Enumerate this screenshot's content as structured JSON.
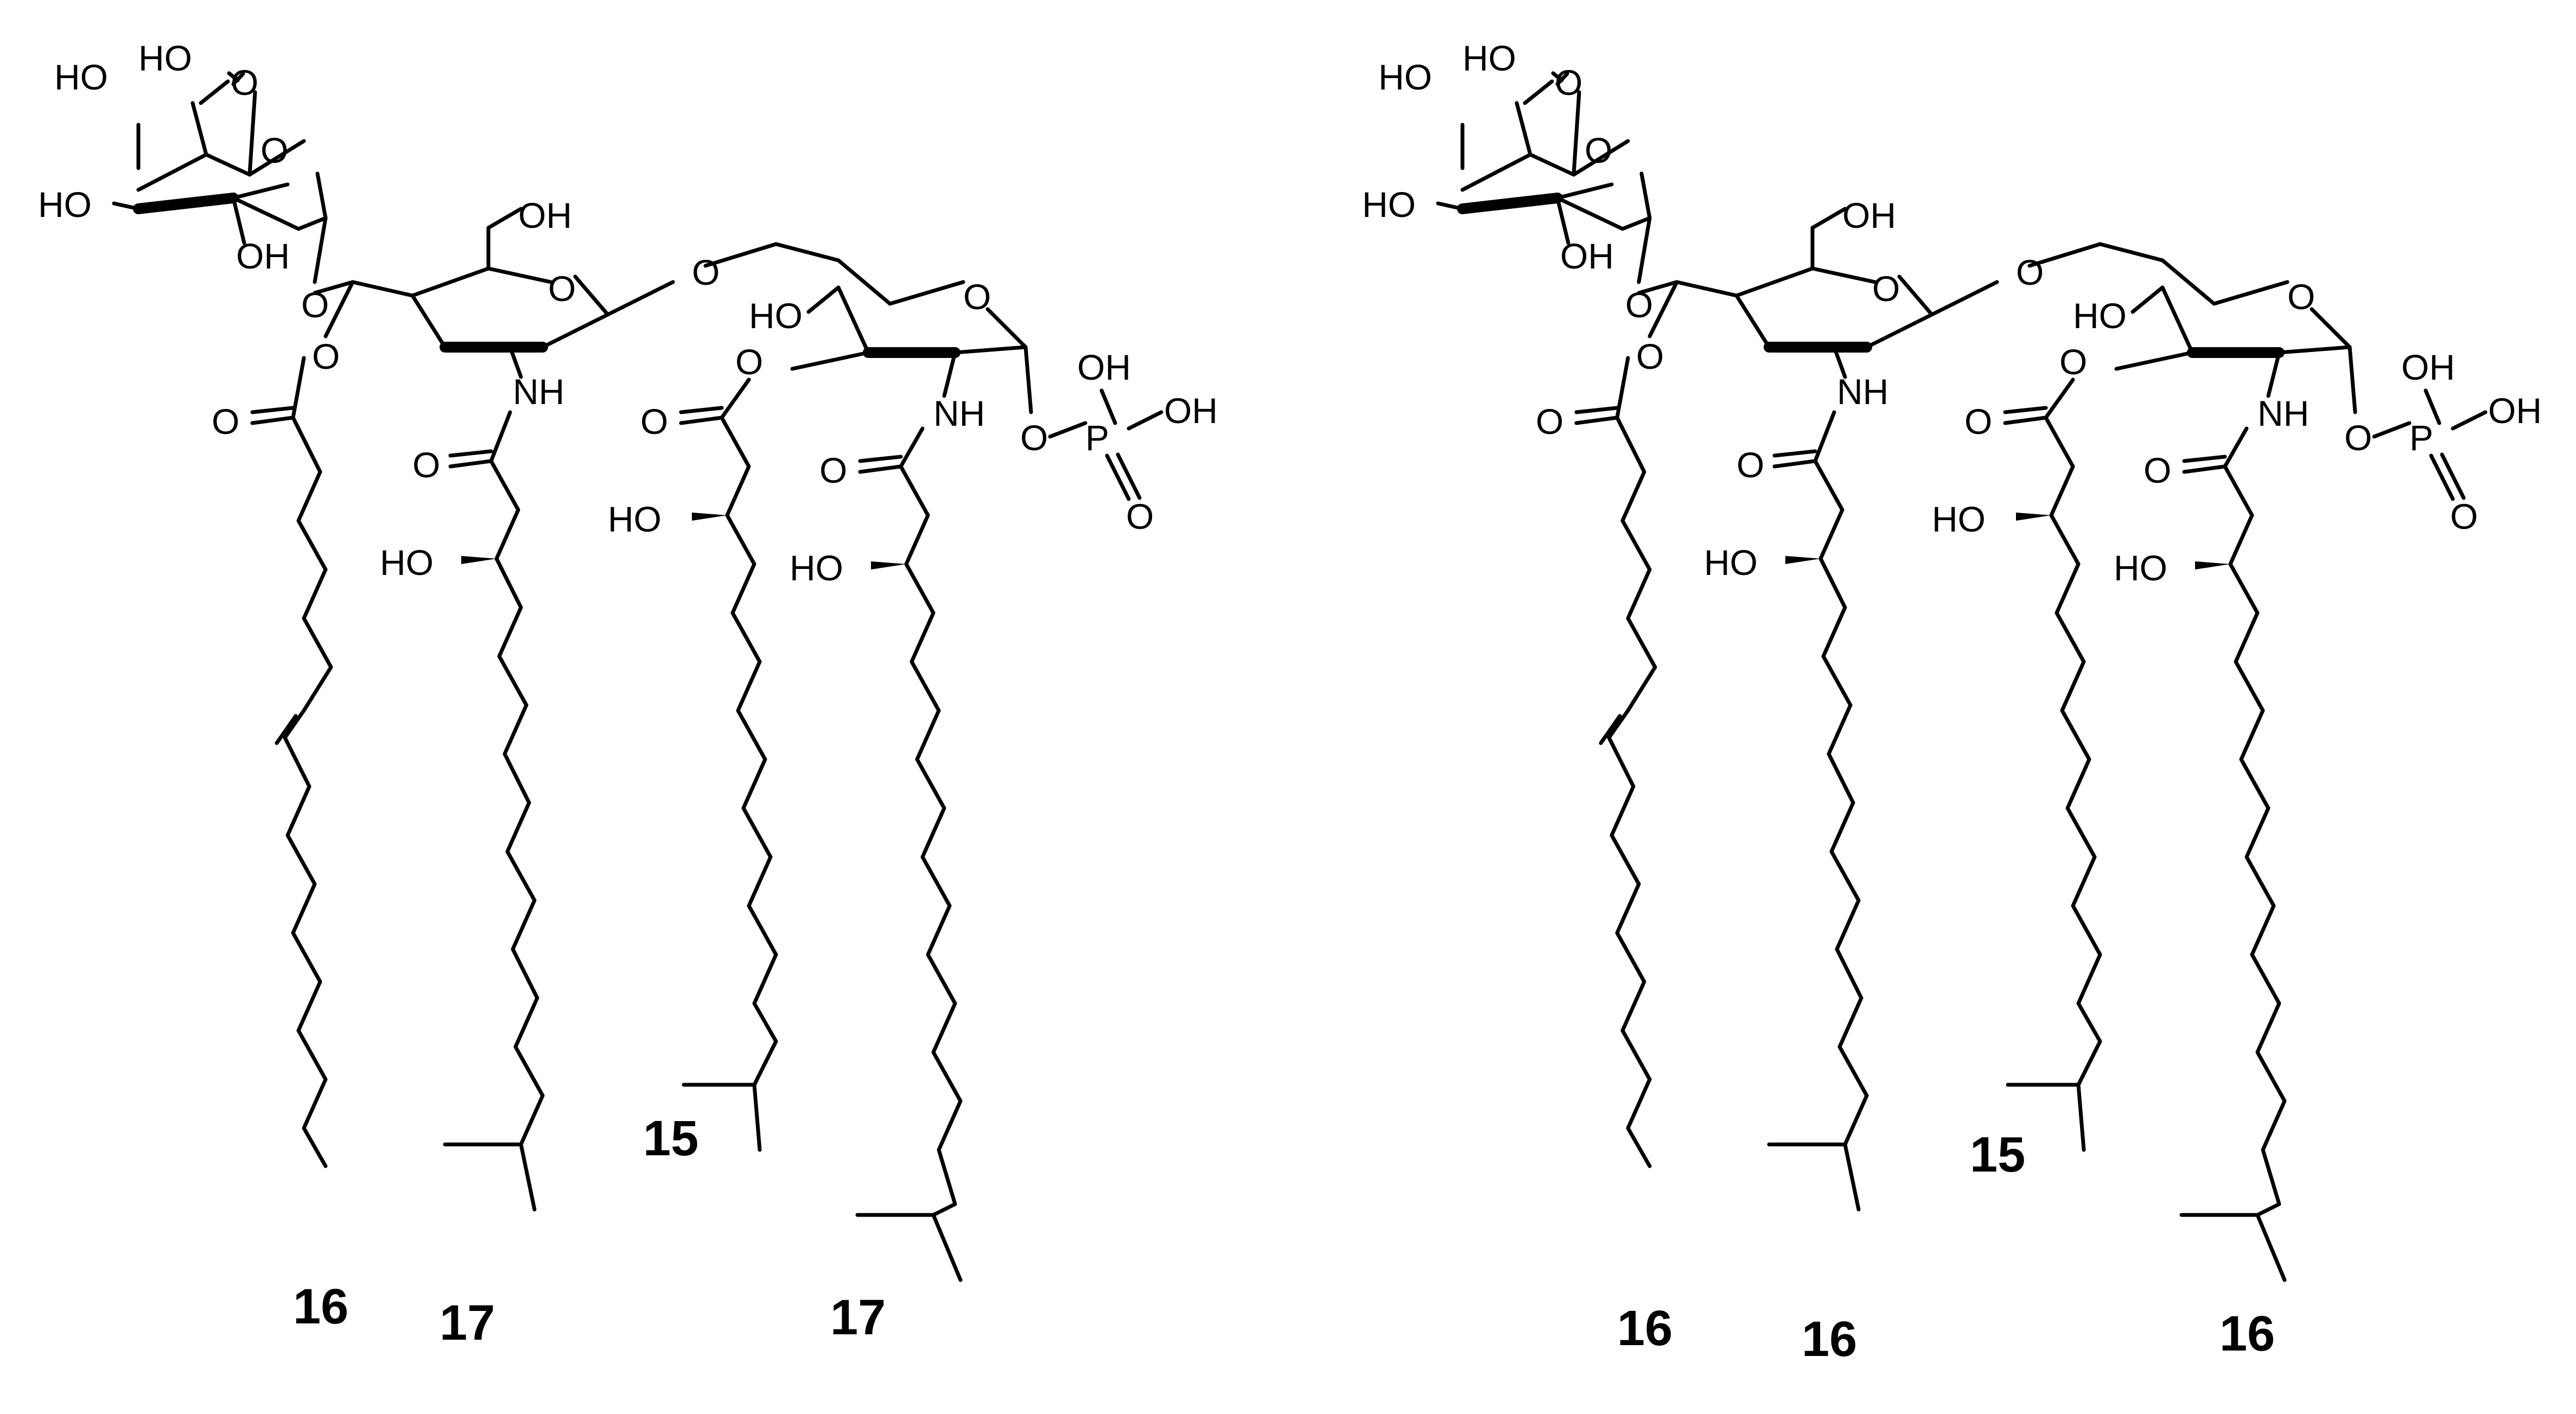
{
  "structures": [
    {
      "name": "lipid-a-left",
      "atoms": {
        "ho_gal_top": "HO",
        "cooh_oh": "HO",
        "cooh_o": "O",
        "ring_o_gala": "O",
        "ho_gal_left": "HO",
        "oh_gal_bottom": "OH",
        "glycosidic_o_1": "O",
        "ester_o_1": "O",
        "carbonyl_o_1": "O",
        "ch2oh": "OH",
        "ring_o_glcn_1": "O",
        "nh_1": "NH",
        "amide_o_1": "O",
        "ho_chain_2": "HO",
        "bridge_o": "O",
        "ring_o_glcn_2": "O",
        "ho_glcn_2": "HO",
        "ester_o_2": "O",
        "carbonyl_o_3": "O",
        "ho_chain_3": "HO",
        "nh_2": "NH",
        "amide_o_2": "O",
        "ho_chain_4": "HO",
        "phos_o": "O",
        "phos_p": "P",
        "phos_oh_top": "OH",
        "phos_oh_right": "OH",
        "phos_o_double": "O"
      },
      "chain_labels": [
        "16",
        "17",
        "15",
        "17"
      ]
    },
    {
      "name": "lipid-a-right",
      "atoms": {
        "ho_gal_top": "HO",
        "cooh_oh": "HO",
        "cooh_o": "O",
        "ring_o_gala": "O",
        "ho_gal_left": "HO",
        "oh_gal_bottom": "OH",
        "glycosidic_o_1": "O",
        "ester_o_1": "O",
        "carbonyl_o_1": "O",
        "ch2oh": "OH",
        "ring_o_glcn_1": "O",
        "nh_1": "NH",
        "amide_o_1": "O",
        "ho_chain_2": "HO",
        "bridge_o": "O",
        "ring_o_glcn_2": "O",
        "ho_glcn_2": "HO",
        "ester_o_2": "O",
        "carbonyl_o_3": "O",
        "ho_chain_3": "HO",
        "nh_2": "NH",
        "amide_o_2": "O",
        "ho_chain_4": "HO",
        "phos_o": "O",
        "phos_p": "P",
        "phos_oh_top": "OH",
        "phos_oh_right": "OH",
        "phos_o_double": "O"
      },
      "chain_labels": [
        "16",
        "16",
        "15",
        "16"
      ]
    }
  ]
}
